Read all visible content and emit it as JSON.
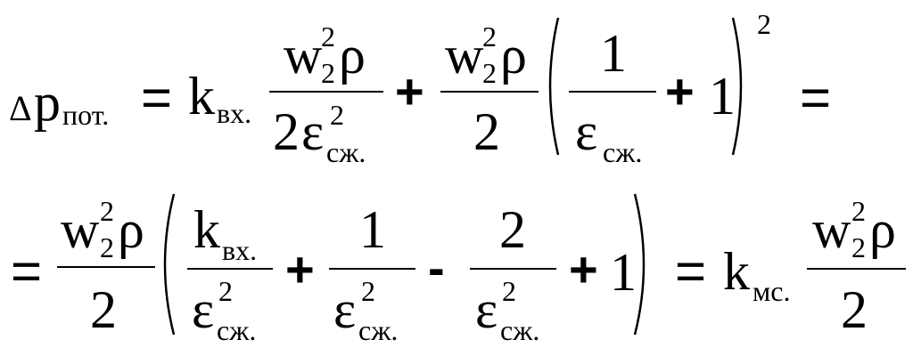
{
  "equation": {
    "lhs": {
      "delta": "Δ",
      "p": "p",
      "p_sub": "пот."
    },
    "symbols": {
      "equals": "=",
      "plus": "+",
      "minus": "-",
      "k": "k",
      "k_sub_in": "вх.",
      "k_sub_ms": "мс.",
      "w": "w",
      "w_sub": "2",
      "w_sup": "2",
      "rho": "ρ",
      "two": "2",
      "one": "1",
      "eps": "ε",
      "eps_sub": "сж.",
      "eps_sup": "2",
      "outer_sup": "2"
    }
  }
}
